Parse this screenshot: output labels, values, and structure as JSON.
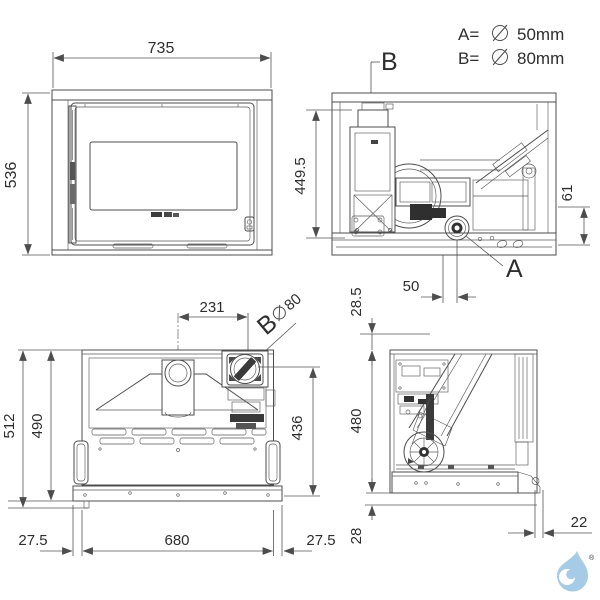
{
  "legend": {
    "a_label": "A=",
    "a_value": "50mm",
    "b_label": "B=",
    "b_value": "80mm"
  },
  "front_view": {
    "width": "735",
    "height": "536"
  },
  "section_view": {
    "label_b": "B",
    "label_a": "A",
    "height": "449.5",
    "outlet_height": "61",
    "outlet_offset": "50"
  },
  "rear_view": {
    "flue_offset": "231",
    "flue_letter": "B",
    "flue_diameter": "80",
    "height_overall": "512",
    "height_body": "490",
    "flue_height": "436",
    "base_width": "680",
    "offset_left": "27.5",
    "offset_right": "27.5"
  },
  "side_view": {
    "top_gap": "28.5",
    "height": "480",
    "base_gap": "28",
    "rear_gap": "22"
  },
  "watermark": {
    "registered": "®"
  }
}
